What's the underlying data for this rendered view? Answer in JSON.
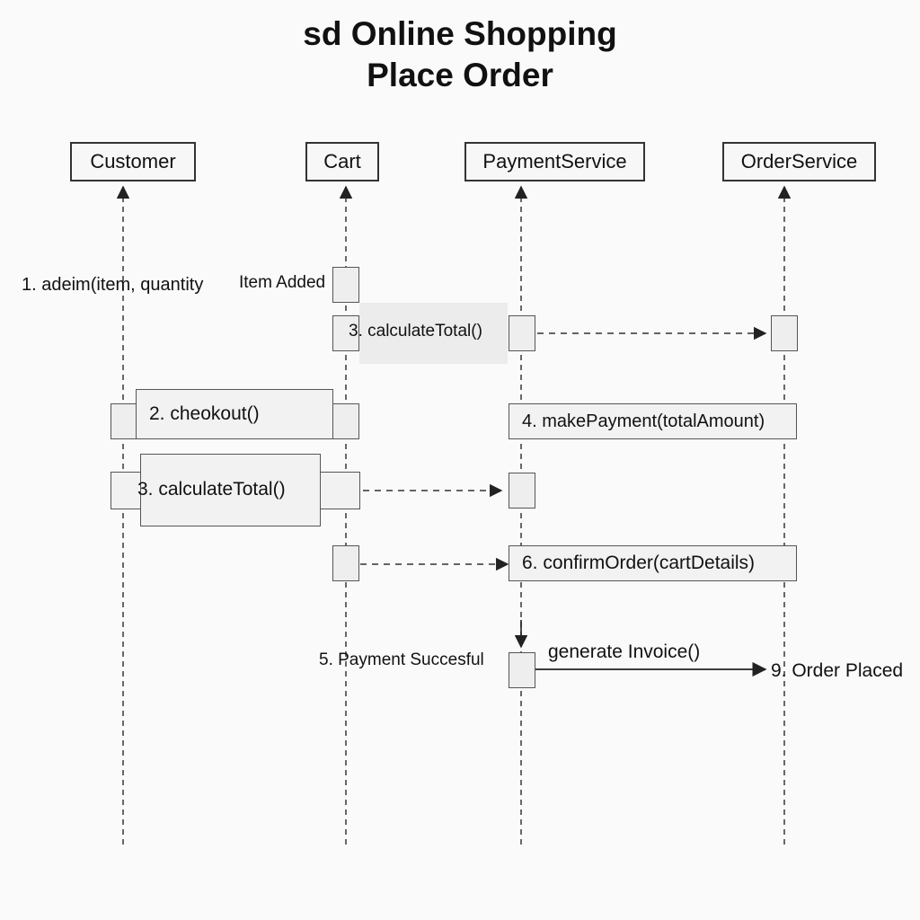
{
  "title": {
    "line1": "sd Online Shopping",
    "line2": "Place Order"
  },
  "lifelines": [
    {
      "id": "customer",
      "label": "Customer"
    },
    {
      "id": "cart",
      "label": "Cart"
    },
    {
      "id": "payment",
      "label": "PaymentService"
    },
    {
      "id": "order",
      "label": "OrderService"
    }
  ],
  "messages": {
    "add_item": "1. adeim(item, quantity",
    "item_added": "Item Added",
    "calc_total_top": "3. calculateTotal()",
    "checkout": "2. cheokout()",
    "make_payment": "4. makePayment(totalAmount)",
    "calc_total_mid": "3. calculateTotal()",
    "confirm_order": "6. confirmOrder(cartDetails)",
    "payment_success": "5. Payment Succesful",
    "generate_invoice": "generate Invoice()",
    "order_placed": "9. Order Placed"
  },
  "colors": {
    "line": "#333333",
    "box_fill": "#eeeeee",
    "background": "#fafafa"
  }
}
